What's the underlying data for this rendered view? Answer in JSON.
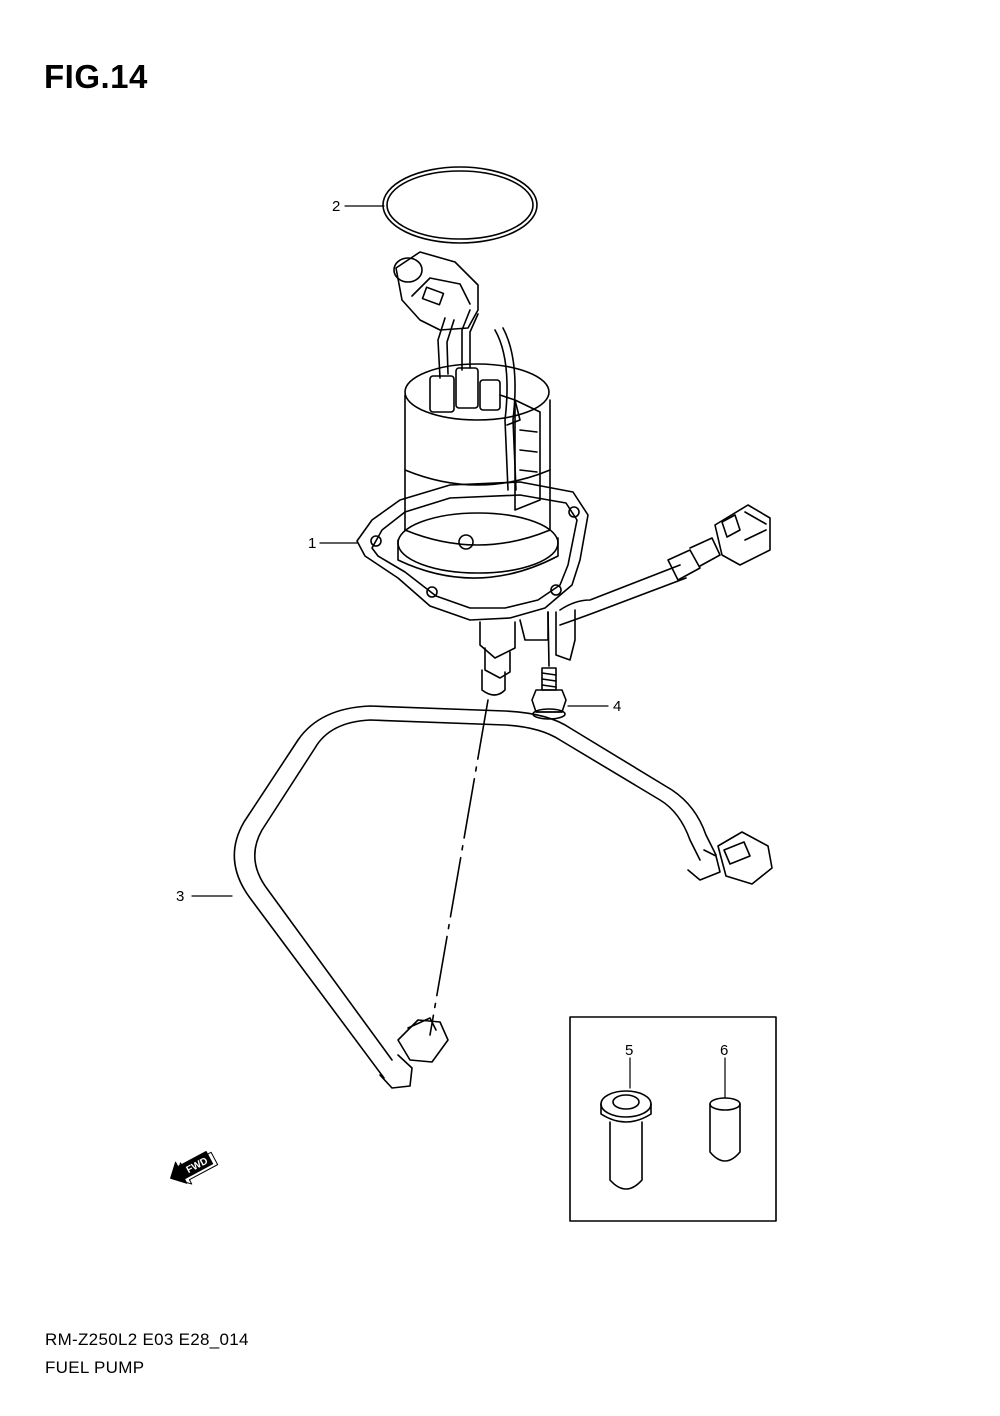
{
  "figure": {
    "title": "FIG.14",
    "model_code": "RM-Z250L2 E03 E28_014",
    "name": "FUEL PUMP"
  },
  "callouts": [
    {
      "num": "1",
      "part": "fuel pump assembly"
    },
    {
      "num": "2",
      "part": "o-ring"
    },
    {
      "num": "3",
      "part": "fuel hose"
    },
    {
      "num": "4",
      "part": "bolt"
    },
    {
      "num": "5",
      "part": "connector"
    },
    {
      "num": "6",
      "part": "cap"
    }
  ],
  "direction_badge": {
    "label": "FWD",
    "icon": "fwd-arrow-icon"
  },
  "colors": {
    "line": "#000000",
    "background": "#ffffff"
  }
}
